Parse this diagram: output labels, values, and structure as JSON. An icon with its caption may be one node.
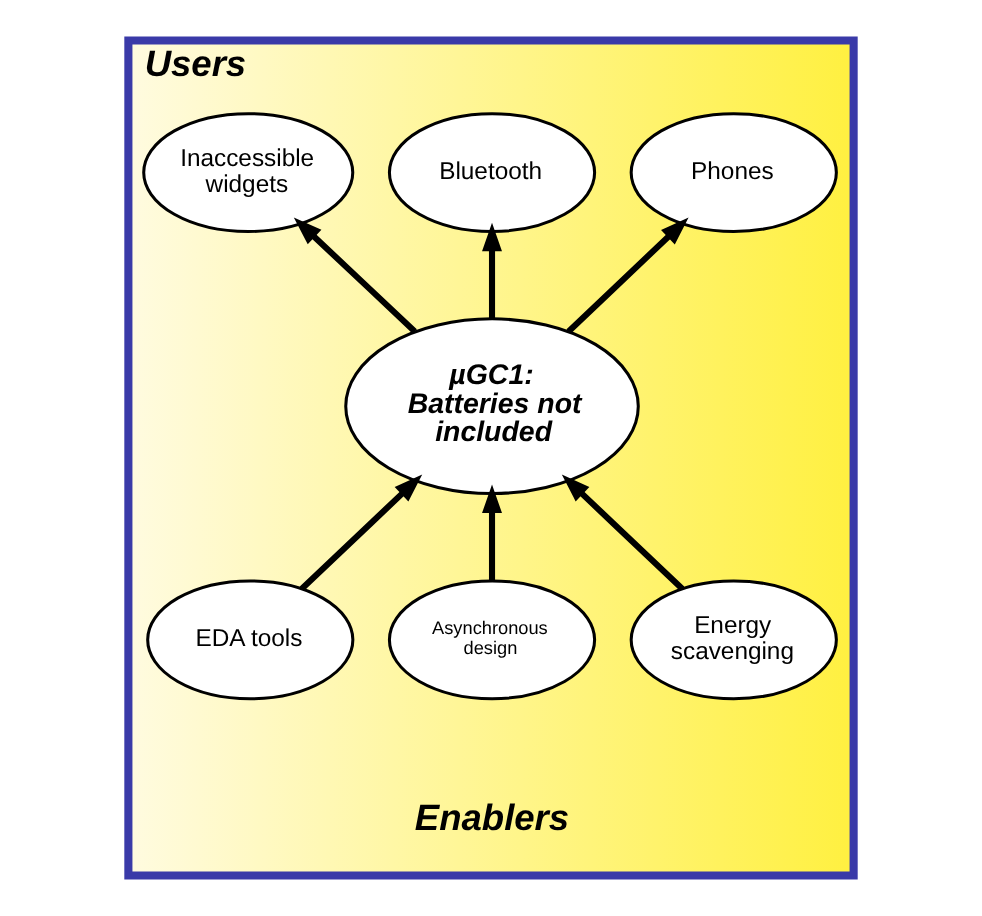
{
  "diagram": {
    "nodes": [
      {
        "text": [
          "Users",
          "Enablers"
        ]
      },
      {
        "text": [
          "Phones"
        ],
        "in": 0
      },
      {
        "text": [
          "Bluetooth"
        ],
        "in": 0
      },
      {
        "text": [
          "Inaccessible widgets"
        ],
        "in": 0
      },
      {
        "text": [
          "µGC1: Batteries not included"
        ],
        "in": 0
      },
      {
        "text": [
          "EDA tools"
        ],
        "in": 0
      },
      {
        "text": [
          "Asynchronous design"
        ],
        "in": 0
      },
      {
        "text": [
          "Energy scavenging"
        ],
        "in": 0
      }
    ],
    "edges": [
      {
        "from": 4,
        "to": 1,
        "arrow": "to"
      },
      {
        "from": 4,
        "to": 2,
        "arrow": "to"
      },
      {
        "from": 4,
        "to": 3,
        "arrow": "to"
      },
      {
        "from": 5,
        "to": 4,
        "arrow": "to"
      },
      {
        "from": 6,
        "to": 4,
        "arrow": "to"
      },
      {
        "from": 7,
        "to": 4,
        "arrow": "to"
      }
    ]
  }
}
